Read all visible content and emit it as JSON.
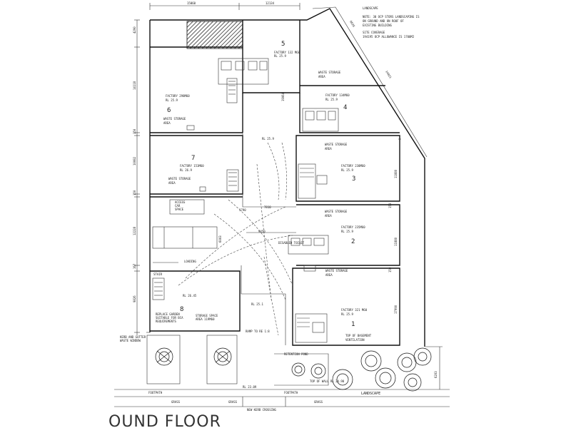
{
  "dimensions": {
    "top_left": "15060",
    "top_right": "12134",
    "left_top": "4290",
    "left_unit6": "14118",
    "left_gap1": "150",
    "left_unit7": "10082",
    "left_gap2": "150",
    "left_access": "12228",
    "left_gap3": "167",
    "left_unit8": "9826",
    "right_unit3": "11880",
    "right_gap1": "150",
    "right_unit2": "11880",
    "right_gap2": "150",
    "right_unit1": "17990",
    "right_bottom": "6203",
    "diag_top": "6626",
    "diag_mid": "14821",
    "corridor": "9450",
    "corr_right": "7810",
    "small1": "1790",
    "small2": "6003",
    "small3": "19064"
  },
  "notes": {
    "site_lines": [
      "LANDSCAPE",
      "",
      "NOTE: 30 OCP STORS LANDSCAPING IS",
      "ON GROUND AND ON ROOF OF",
      "EXISTING BUILDING"
    ],
    "coverage_lines": [
      "SITE COVERAGE",
      "194195  OCP ALLOWANCE IS 1700M2"
    ]
  },
  "units": [
    {
      "number": "5",
      "area": "FACTORY 132 M60",
      "rl": "RL 25.9"
    },
    {
      "number": "6",
      "area": "FACTORY 298M60",
      "rl": "RL 25.9"
    },
    {
      "number": "4",
      "area": "FACTORY 134M60",
      "rl": "RL 25.9"
    },
    {
      "number": "7",
      "area": "FACTORY 153M60",
      "rl": "RL 26.9"
    },
    {
      "number": "3",
      "area": "FACTORY 238M60",
      "rl": "RL 25.9"
    },
    {
      "number": "2",
      "area": "FACTORY 235M60",
      "rl": "RL 25.9"
    },
    {
      "number": "8",
      "area": "RL 26.45",
      "rl": ""
    },
    {
      "number": "1",
      "area": "FACTORY 321 M60",
      "rl": "RL 25.9"
    }
  ],
  "labels": {
    "waste": "WASTE STORAGE",
    "waste2": "AREA",
    "access": "ACCESS",
    "car": "CAR",
    "space": "SPACE",
    "loading": "LOADING",
    "disabled": "DISABLED TOILET",
    "rl_corridor": "RL 25.9",
    "rl_ramp": "RL 25.1",
    "ramp": "RAMP TO RE 1:8",
    "retention": "RETENTION POND",
    "basement_1": "TOP OF BASEMENT",
    "basement_2": "VENTILATION",
    "landscape": "LANDSCAPE",
    "footpath": "FOOTPATH",
    "grass": "GRASS",
    "kerb": "NEW KERB CROSSING",
    "kerb_left_1": "KERB AND GUTTER",
    "kerb_left_2": "WASTE WINDOW",
    "storage_1": "STORAGE SPACE",
    "storage_2": "AREA 119M60",
    "replace_1": "REPLACE GARDEN",
    "replace_2": "SUITABLE FOR BCA",
    "replace_3": "REQUIREMENTS",
    "stair": "STAIR",
    "rl_bottom": "RL 23.09",
    "top_wall": "TOP OF WALL RL 24.90",
    "ground_floor": "OUND FLOOR"
  }
}
